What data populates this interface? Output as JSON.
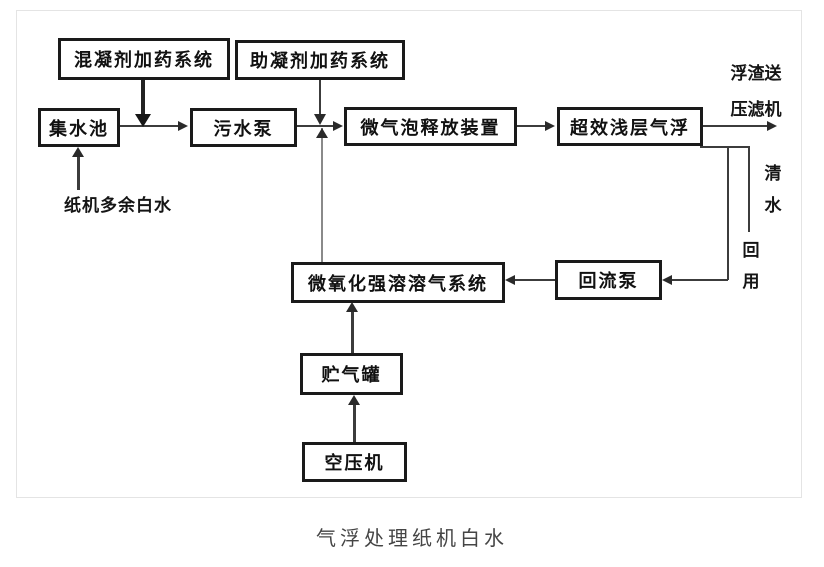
{
  "figure": {
    "type": "process-flow-diagram",
    "caption": "气浮处理纸机白水",
    "nodes": [
      {
        "id": "coagulant-dosing-system",
        "label": "混凝剂加药系统"
      },
      {
        "id": "flocculant-dosing-system",
        "label": "助凝剂加药系统"
      },
      {
        "id": "collecting-tank",
        "label": "集水池"
      },
      {
        "id": "sewage-pump",
        "label": "污水泵"
      },
      {
        "id": "microbubble-release-device",
        "label": "微气泡释放装置"
      },
      {
        "id": "shallow-air-flotation",
        "label": "超效浅层气浮"
      },
      {
        "id": "return-pump",
        "label": "回流泵"
      },
      {
        "id": "micro-oxidation-dissolved-air-system",
        "label": "微氧化强溶溶气系统"
      },
      {
        "id": "gas-storage-tank",
        "label": "贮气罐"
      },
      {
        "id": "air-compressor",
        "label": "空压机"
      }
    ],
    "labels": {
      "scum_to_press_line1": "浮渣送",
      "scum_to_press_line2": "压滤机",
      "clear_water": "清水",
      "reuse": "回用",
      "white_water_feed": "纸机多余白水"
    },
    "edges": [
      {
        "from": "纸机多余白水",
        "to": "集水池"
      },
      {
        "from": "混凝剂加药系统",
        "to": "集水池与污水泵之间管线"
      },
      {
        "from": "集水池",
        "to": "污水泵"
      },
      {
        "from": "助凝剂加药系统",
        "to": "污水泵与微气泡释放装置之间管线"
      },
      {
        "from": "污水泵",
        "to": "微气泡释放装置"
      },
      {
        "from": "微氧化强溶溶气系统",
        "to": "污水泵与微气泡释放装置之间管线"
      },
      {
        "from": "微气泡释放装置",
        "to": "超效浅层气浮"
      },
      {
        "from": "超效浅层气浮",
        "to": "浮渣送压滤机"
      },
      {
        "from": "超效浅层气浮",
        "to": "清水回用"
      },
      {
        "from": "超效浅层气浮",
        "to": "回流泵"
      },
      {
        "from": "回流泵",
        "to": "微氧化强溶溶气系统"
      },
      {
        "from": "贮气罐",
        "to": "微氧化强溶溶气系统"
      },
      {
        "from": "空压机",
        "to": "贮气罐"
      }
    ],
    "colors": {
      "box_border": "#1a1a1a",
      "text": "#111111",
      "line": "#3c3c3c",
      "light_line": "#8a8a8a",
      "caption_text": "#454545",
      "frame_border": "#e4e4e4",
      "background": "#ffffff"
    }
  }
}
